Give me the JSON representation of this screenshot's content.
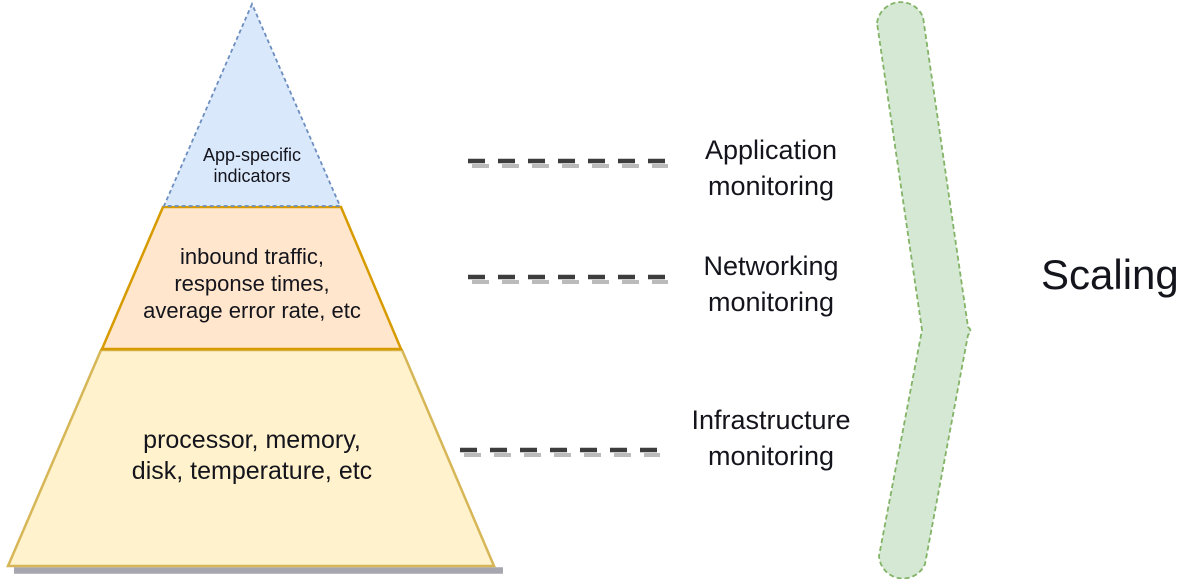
{
  "diagram": {
    "title_hint": "monitoring pyramid",
    "pyramid": {
      "tiers": [
        {
          "name": "app-specific",
          "label": "App-specific\nindicators",
          "fill": "#dae8fc",
          "border": "#6c8ebf"
        },
        {
          "name": "networking",
          "label": "inbound traffic,\nresponse times,\naverage error rate, etc",
          "fill": "#ffe6cc",
          "border": "#d79b00"
        },
        {
          "name": "infrastructure",
          "label": "processor, memory,\ndisk, temperature, etc",
          "fill": "#fff2cc",
          "border": "#d6b656"
        }
      ],
      "shadow_color": "#a6a6ae"
    },
    "monitoring_labels": [
      {
        "label": "Application\nmonitoring"
      },
      {
        "label": "Networking\nmonitoring"
      },
      {
        "label": "Infrastructure\nmonitoring"
      }
    ],
    "bracket": {
      "fill": "#d5e8d4",
      "border": "#82b366"
    },
    "scaling_label": "Scaling",
    "colors": {
      "dash": "#3d3d3d",
      "dash_shadow": "#bbbbbb",
      "text": "#14141c",
      "background": "#ffffff"
    }
  }
}
